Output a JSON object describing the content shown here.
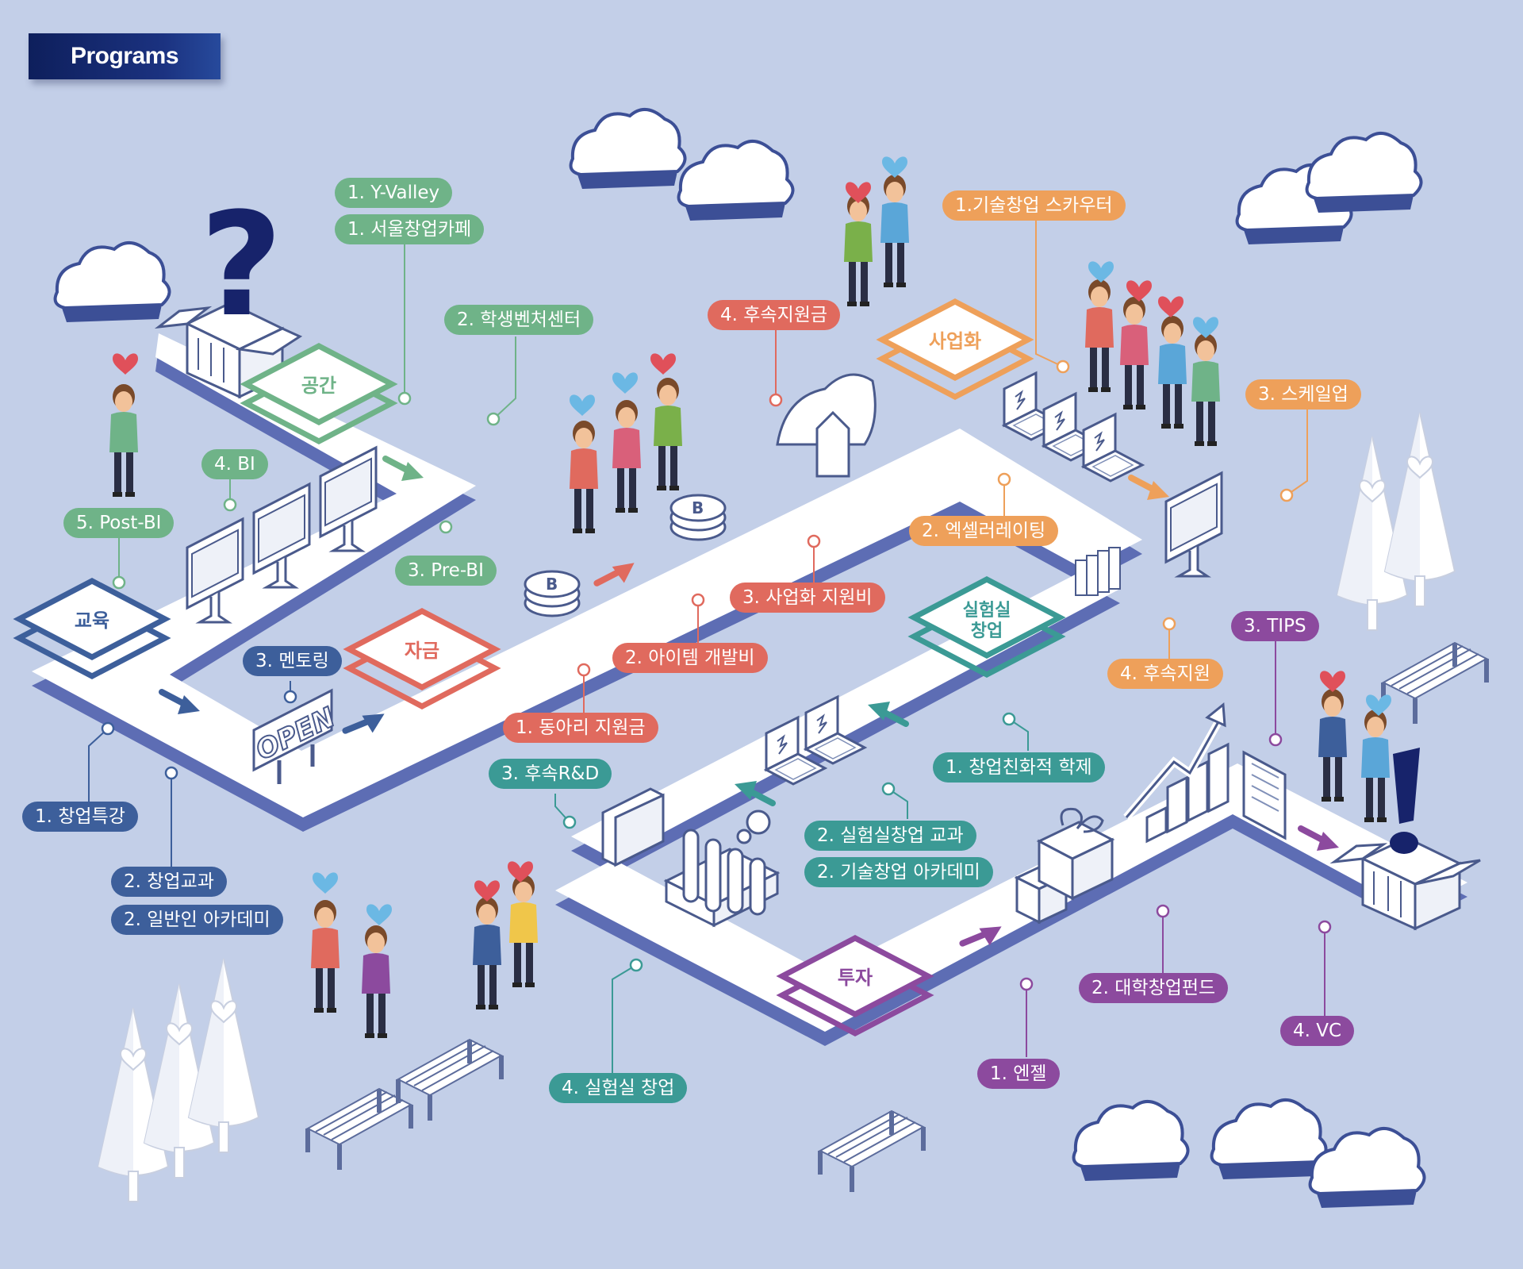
{
  "header": {
    "title": "Programs"
  },
  "stations": {
    "education": "교육",
    "space": "공간",
    "funding": "자금",
    "commercialization": "사업화",
    "lab_startup_line1": "실험실",
    "lab_startup_line2": "창업",
    "investment": "투자"
  },
  "signs": {
    "open": "OPEN"
  },
  "labels": {
    "education": [
      "1. 창업특강",
      "2. 창업교과",
      "2. 일반인 아카데미",
      "3. 멘토링"
    ],
    "space": [
      "1. Y-Valley",
      "1. 서울창업카페",
      "2. 학생벤처센터",
      "3. Pre-BI",
      "4. BI",
      "5. Post-BI"
    ],
    "funding": [
      "1. 동아리 지원금",
      "2. 아이템 개발비",
      "3. 사업화 지원비",
      "4. 후속지원금"
    ],
    "commercialization": [
      "1.기술창업 스카우터",
      "2. 엑셀러레이팅",
      "3. 스케일업",
      "4. 후속지원"
    ],
    "lab_startup": [
      "1. 창업친화적 학제",
      "2. 실험실창업 교과",
      "2. 기술창업 아카데미",
      "3. 후속R&D",
      "4. 실험실 창업"
    ],
    "investment": [
      "1. 엔젤",
      "2. 대학창업펀드",
      "3. TIPS",
      "4. VC"
    ]
  },
  "colors": {
    "background": "#c3cfe8",
    "education": "#3d5f9b",
    "space": "#6fb388",
    "funding": "#e06a5e",
    "commercialization": "#eea05a",
    "lab_startup": "#3b9a95",
    "investment": "#8c4a9e"
  },
  "icons": [
    "question-mark-icon",
    "exclamation-mark-icon",
    "heart-icon",
    "cloud-icon",
    "tree-icon",
    "bench-icon",
    "monitor-icon",
    "laptop-icon",
    "coin-stack-icon",
    "rocket-icon",
    "test-tube-icon",
    "gift-box-icon",
    "bar-chart-icon",
    "folder-icon",
    "document-stack-icon",
    "books-icon",
    "arrow-icon"
  ]
}
